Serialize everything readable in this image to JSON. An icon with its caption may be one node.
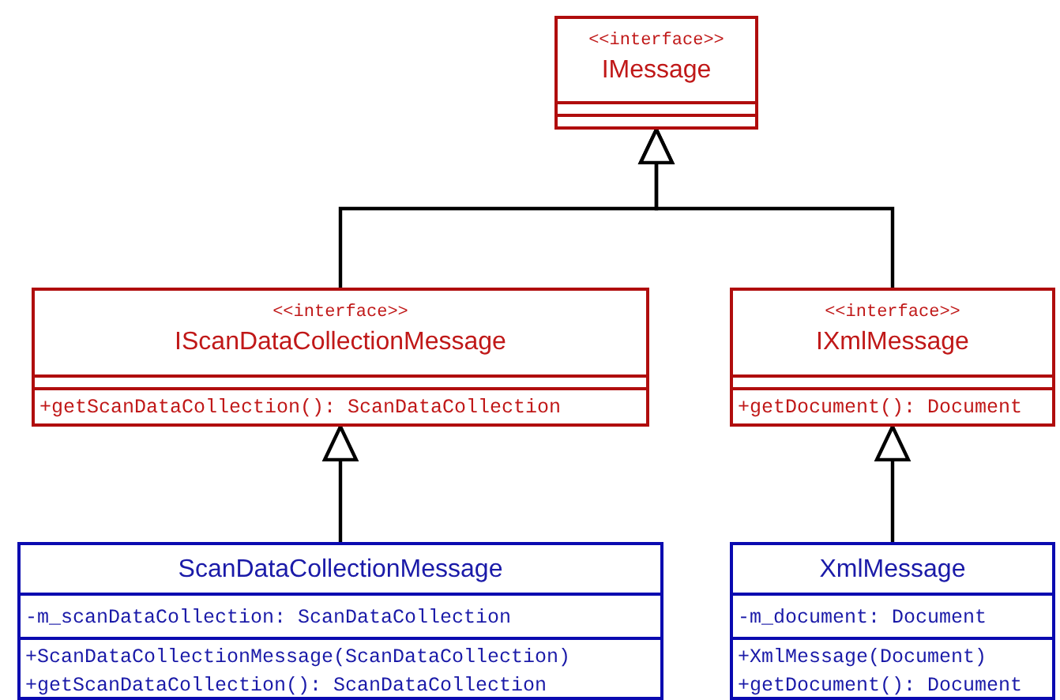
{
  "diagram": {
    "nodes": [
      {
        "text": [
          "<<interface>>",
          "IMessage"
        ]
      },
      {
        "text": [
          "<<interface>>",
          "IScanDataCollectionMessage",
          "+getScanDataCollection(): ScanDataCollection"
        ]
      },
      {
        "text": [
          "<<interface>>",
          "IXmlMessage",
          "+getDocument(): Document"
        ]
      },
      {
        "text": [
          "ScanDataCollectionMessage",
          "-m_scanDataCollection: ScanDataCollection",
          "+ScanDataCollectionMessage(ScanDataCollection)",
          "+getScanDataCollection(): ScanDataCollection"
        ]
      },
      {
        "text": [
          "XmlMessage",
          "-m_document: Document",
          "+XmlMessage(Document)",
          "+getDocument(): Document"
        ]
      }
    ],
    "edges": [
      {
        "from": 1,
        "to": 0,
        "arrow": "to"
      },
      {
        "from": 2,
        "to": 0,
        "arrow": "to"
      },
      {
        "from": 3,
        "to": 1,
        "arrow": "to"
      },
      {
        "from": 4,
        "to": 2,
        "arrow": "to"
      }
    ]
  }
}
